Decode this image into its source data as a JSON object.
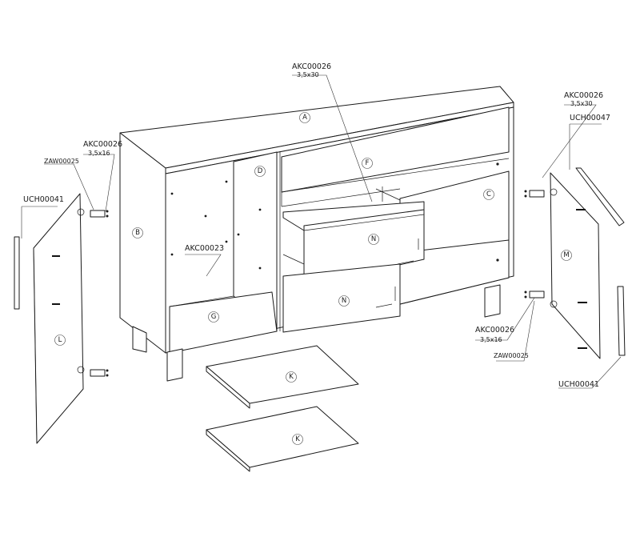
{
  "part_letters": {
    "A": "A",
    "B": "B",
    "C": "C",
    "D": "D",
    "F": "F",
    "G": "G",
    "K": "K",
    "L": "L",
    "M": "M",
    "N": "N"
  },
  "callouts": {
    "screw_top_center": {
      "code": "AKC00026",
      "spec": "3,5x30"
    },
    "screw_top_right": {
      "code": "AKC00026",
      "spec": "3,5x30"
    },
    "hinge_left": {
      "code": "AKC00026",
      "spec": "3,5x16"
    },
    "hinge_left_part": {
      "code": "ZAW00025"
    },
    "shelf_pin": {
      "code": "AKC00023"
    },
    "hinge_right": {
      "code": "AKC00026",
      "spec": "3,5x16"
    },
    "hinge_right_part": {
      "code": "ZAW00025"
    },
    "strip_left": {
      "code": "UCH00041"
    },
    "strip_right_top": {
      "code": "UCH00047"
    },
    "strip_right_bottom": {
      "code": "UCH00041"
    }
  },
  "colors": {
    "line": "#1a1a1a",
    "background": "#ffffff"
  }
}
